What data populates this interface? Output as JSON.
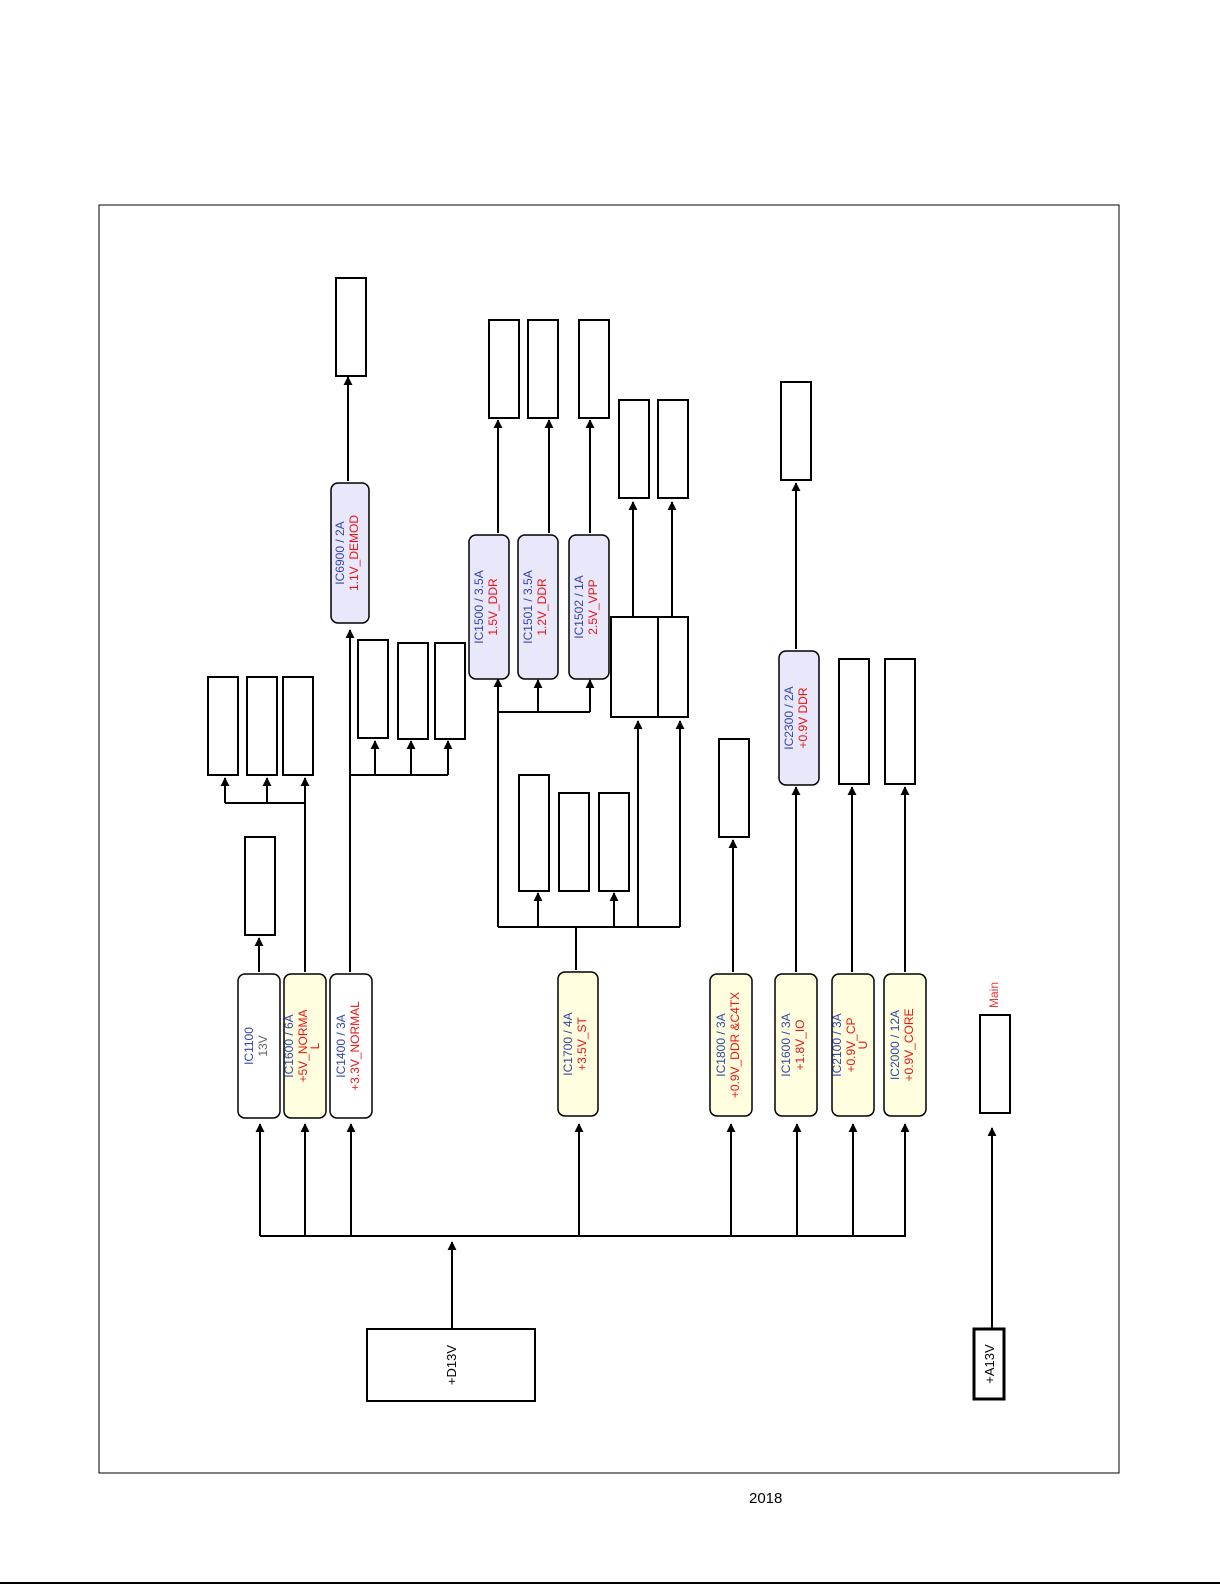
{
  "footer": {
    "year": "2018"
  },
  "colors": {
    "ic_blue": "#3344aa",
    "voltage_red": "#ee1111",
    "ic_gray": "#666666",
    "yellow_fill": "#ffffe0",
    "lavender_fill": "#e9e8fb",
    "white_fill": "#ffffff"
  },
  "sources": {
    "d13v": "+D13V",
    "a13v": "+A13V",
    "main_label": "Main"
  },
  "regulators": [
    {
      "id": "ic1100",
      "ic": "IC1100",
      "spec": "",
      "rail": "13V",
      "rail_color": "gray"
    },
    {
      "id": "ic1600",
      "ic": "IC1600 / 6A",
      "spec": "",
      "rail": "+5V_NORMA",
      "rail2": "L",
      "rail_color": "red"
    },
    {
      "id": "ic1400",
      "ic": "IC1400 / 3A",
      "spec": "",
      "rail": "+3.3V_NORMAL",
      "rail_color": "red"
    },
    {
      "id": "ic1700",
      "ic": "IC1700 / 4A",
      "spec": "",
      "rail": "+3.5V_ST",
      "rail_color": "red"
    },
    {
      "id": "ic1800",
      "ic": "IC1800 / 3A",
      "spec": "",
      "rail": "+0.9V_DDR &C4TX",
      "rail_color": "red"
    },
    {
      "id": "ic1600b",
      "ic": "IC1600 / 3A",
      "spec": "",
      "rail": "+1.8V_IO",
      "rail_color": "red"
    },
    {
      "id": "ic2100",
      "ic": "IC2100 / 3A",
      "spec": "",
      "rail": "+0.9V_CP",
      "rail2": "U",
      "rail_color": "red"
    },
    {
      "id": "ic2000",
      "ic": "IC2000 / 12A",
      "spec": "",
      "rail": "+0.9V_CORE",
      "rail_color": "red"
    },
    {
      "id": "ic6900",
      "ic": "IC6900 / 2A",
      "spec": "",
      "rail": "1.1V_DEMOD",
      "rail_color": "red"
    },
    {
      "id": "ic1500",
      "ic": "IC1500 / 3.5A",
      "spec": "",
      "rail": "1.5V_DDR",
      "rail_color": "red"
    },
    {
      "id": "ic1501",
      "ic": "IC1501 / 3.5A",
      "spec": "",
      "rail": "1.2V_DDR",
      "rail_color": "red"
    },
    {
      "id": "ic1502",
      "ic": "IC1502 / 1A",
      "spec": "",
      "rail": "2.5V_VPP",
      "rail_color": "red"
    },
    {
      "id": "ic2300",
      "ic": "IC2300 / 2A",
      "spec": "",
      "rail": "+0.9V DDR",
      "rail_color": "red"
    }
  ]
}
